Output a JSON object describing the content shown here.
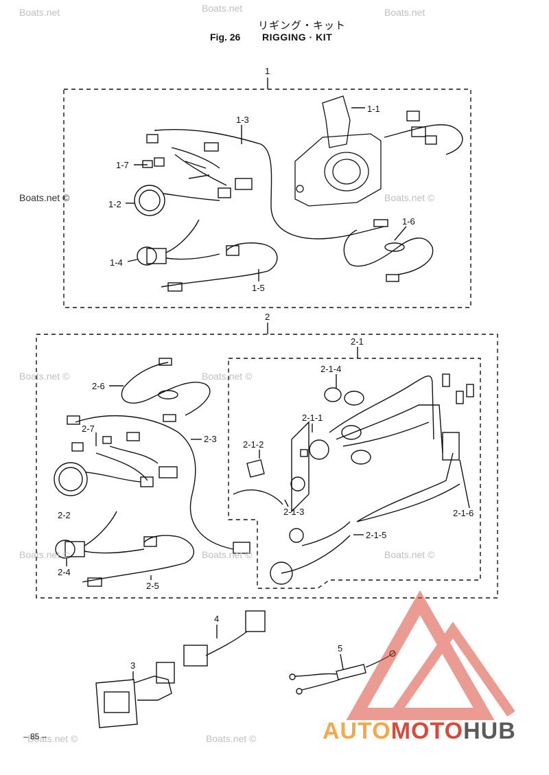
{
  "header": {
    "title_jp": "リギング・キット",
    "fig_number": "Fig. 26",
    "fig_title": "RIGGING · KIT"
  },
  "callouts": {
    "c1": "1",
    "c1_1": "1-1",
    "c1_2": "1-2",
    "c1_3": "1-3",
    "c1_4": "1-4",
    "c1_5": "1-5",
    "c1_6": "1-6",
    "c1_7": "1-7",
    "c2": "2",
    "c2_1": "2-1",
    "c2_1_1": "2-1-1",
    "c2_1_2": "2-1-2",
    "c2_1_3": "2-1-3",
    "c2_1_4": "2-1-4",
    "c2_1_5": "2-1-5",
    "c2_1_6": "2-1-6",
    "c2_2": "2-2",
    "c2_3": "2-3",
    "c2_4": "2-4",
    "c2_5": "2-5",
    "c2_6": "2-6",
    "c2_7": "2-7",
    "c3": "3",
    "c4": "4",
    "c5": "5"
  },
  "watermarks": {
    "w1": "Boats.net",
    "w2": "Boats.net",
    "w3": "Boats.net",
    "w4": "Boats.net ©",
    "w5": "Boats.net ©",
    "w6": "Boats.net ©",
    "w7": "Boats.net ©",
    "w8": "Boats.net ©",
    "w9": "Boats.net ©",
    "w10": "Boats.net ©",
    "w11": "Boats.net ©",
    "w12": "Boats.net ©"
  },
  "page_number": "– 85 –",
  "brand": {
    "part1": "AUTO",
    "part2": "MOTO",
    "part3": "HUB"
  },
  "colors": {
    "line": "#111111",
    "watermark": "#bfbfbf",
    "brand_orange": "#f2a94a",
    "brand_red": "#d94a3a",
    "brand_gray": "#5a5a5a"
  }
}
